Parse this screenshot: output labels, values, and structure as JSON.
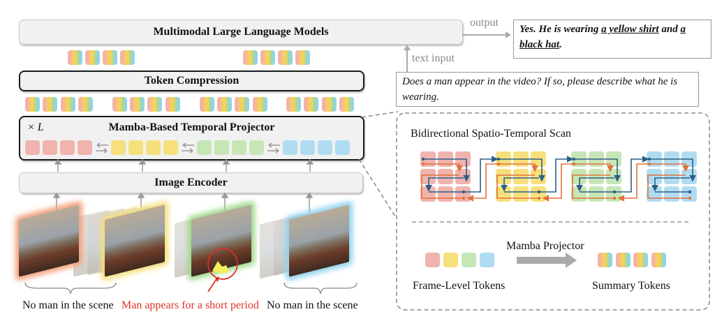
{
  "llm": {
    "title": "Multimodal Large Language Models"
  },
  "compression": {
    "title": "Token Compression"
  },
  "projector": {
    "title": "Mamba-Based Temporal Projector",
    "repeat_label": "× L"
  },
  "encoder": {
    "title": "Image Encoder"
  },
  "io": {
    "output_label": "output",
    "text_input_label": "text input",
    "answer_prefix": "Yes. He is wearing ",
    "answer_item1": "a yellow shirt",
    "answer_mid": " and ",
    "answer_item2": "a black hat",
    "answer_suffix": ".",
    "question": "Does a man appear in the video? If so, please describe what he is wearing."
  },
  "frames": {
    "captions": [
      {
        "text": "No man in the scene",
        "color": "#111111"
      },
      {
        "text": "Man appears for a short period",
        "color": "#e0302a"
      },
      {
        "text": "No man in the scene",
        "color": "#111111"
      }
    ],
    "glow_colors": [
      "#f4a07a",
      "#f6e07c",
      "#9ed98a",
      "#8fd3ef"
    ]
  },
  "detail": {
    "scan_title": "Bidirectional Spatio-Temporal Scan",
    "mamba_projector_label": "Mamba Projector",
    "frame_level_label": "Frame-Level Tokens",
    "summary_label": "Summary Tokens",
    "forward_color": "#2b5f85",
    "backward_color": "#e0733a"
  },
  "colors": {
    "frame1": "#f0b3ae",
    "frame2": "#f6e07c",
    "frame3": "#c7e6b6",
    "frame4": "#b0dcf2"
  }
}
